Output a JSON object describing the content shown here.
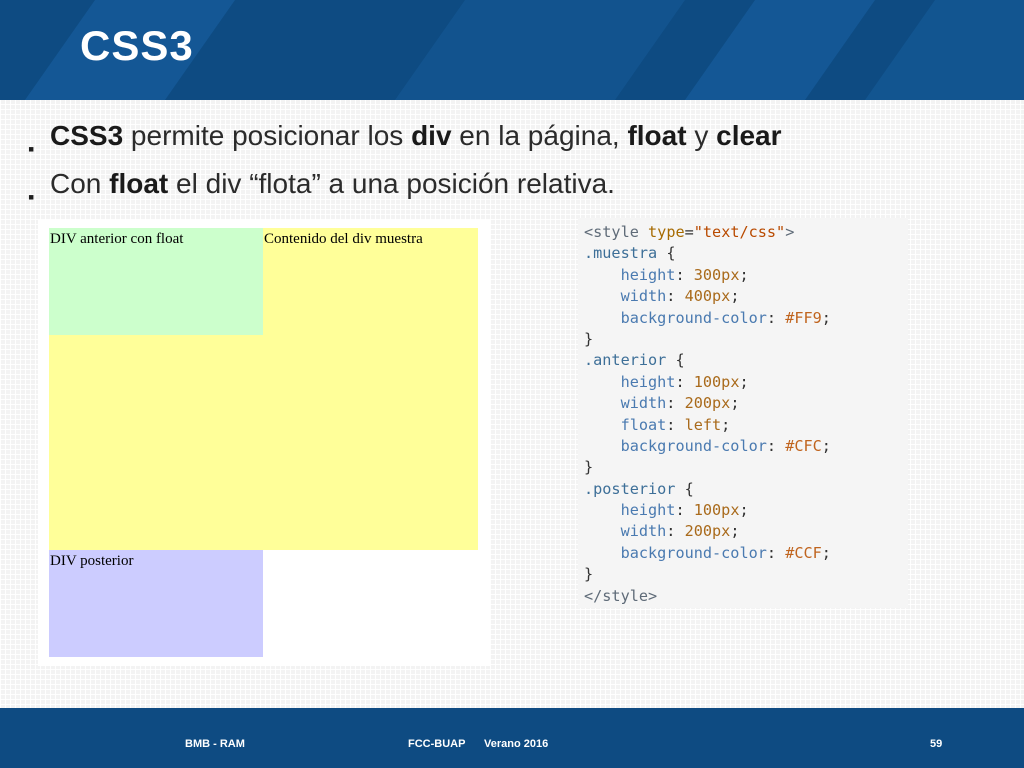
{
  "slide": {
    "title": "CSS3",
    "bullets": [
      {
        "parts": [
          "",
          "CSS3",
          " permite posicionar los ",
          "div",
          " en la página, ",
          "float",
          " y ",
          "clear"
        ]
      },
      {
        "parts": [
          "Con ",
          "float",
          " el div “flota” a una posición relativa."
        ]
      }
    ]
  },
  "demo": {
    "anterior_label": "DIV anterior con float",
    "muestra_label": "Contenido del div muestra",
    "posterior_label": "DIV posterior",
    "colors": {
      "muestra": "#FFFF99",
      "anterior": "#CCFFCC",
      "posterior": "#CCCCFF"
    }
  },
  "code": {
    "open_tag": "<style",
    "attr_name": "type",
    "attr_value": "\"text/css\"",
    "open_tag_end": ">",
    "rules": [
      {
        "selector": ".muestra",
        "decls": [
          {
            "prop": "height",
            "value": "300px"
          },
          {
            "prop": "width",
            "value": "400px"
          },
          {
            "prop": "background-color",
            "value": "#FF9"
          }
        ]
      },
      {
        "selector": ".anterior",
        "decls": [
          {
            "prop": "height",
            "value": "100px"
          },
          {
            "prop": "width",
            "value": "200px"
          },
          {
            "prop": "float",
            "value": "left"
          },
          {
            "prop": "background-color",
            "value": "#CFC"
          }
        ]
      },
      {
        "selector": ".posterior",
        "decls": [
          {
            "prop": "height",
            "value": "100px"
          },
          {
            "prop": "width",
            "value": "200px"
          },
          {
            "prop": "background-color",
            "value": "#CCF"
          }
        ]
      }
    ],
    "close_tag": "</style>"
  },
  "footer": {
    "left": "BMB - RAM",
    "center": "FCC-BUAP",
    "season": "Verano 2016",
    "page": "59"
  },
  "theme": {
    "header_bg": "#0E4B82",
    "footer_bg": "#0E4B82"
  }
}
